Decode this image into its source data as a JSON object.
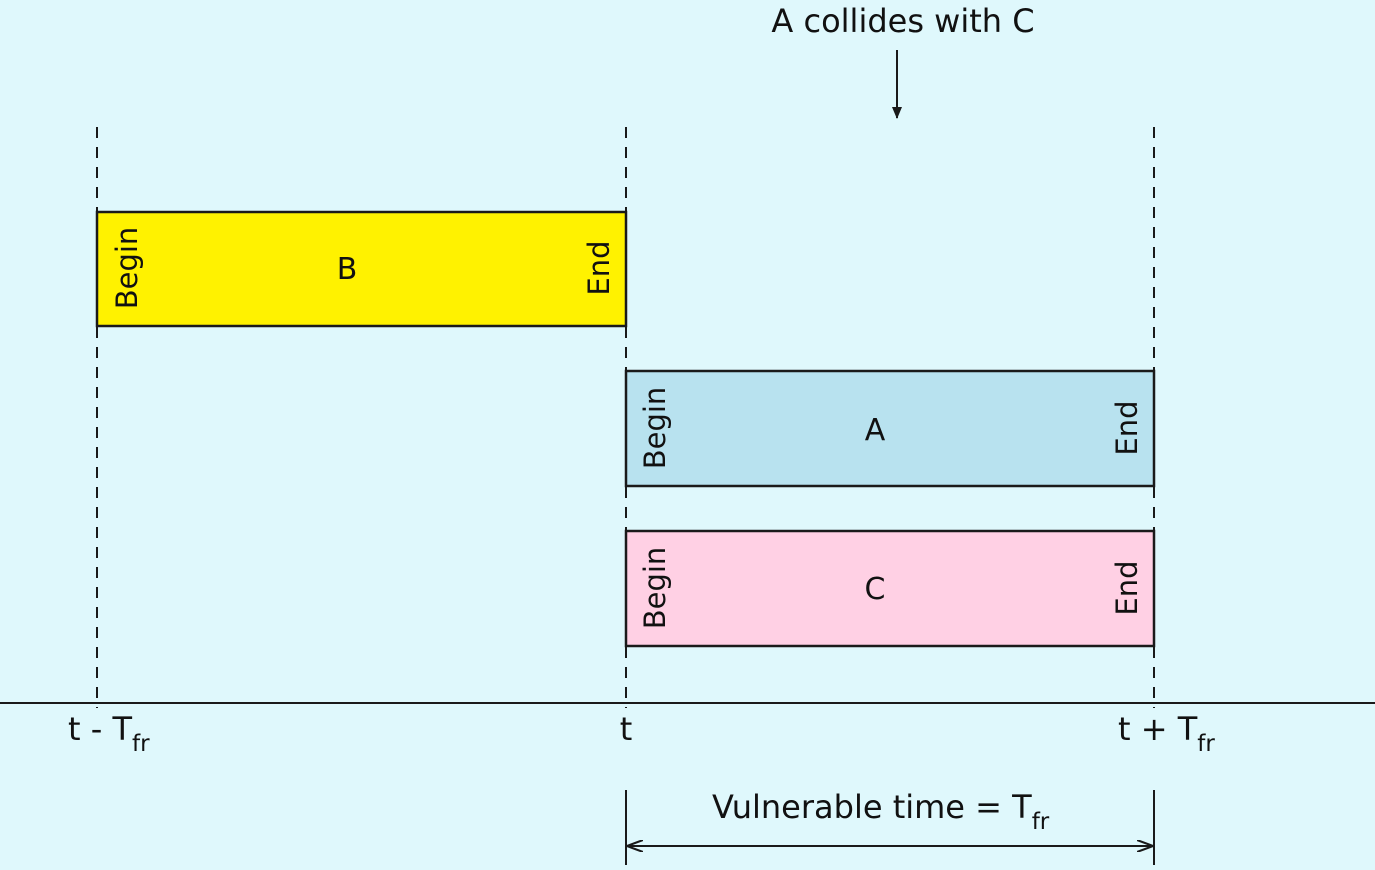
{
  "diagram": {
    "title": "A collides with C",
    "begin_label": "Begin",
    "end_label": "End",
    "frames": [
      {
        "name": "B",
        "color": "#fff200"
      },
      {
        "name": "A",
        "color": "#b8e2ef"
      },
      {
        "name": "C",
        "color": "#ffd0e4"
      }
    ],
    "time_marks": {
      "left": {
        "main": "t - T",
        "sub": "fr"
      },
      "center": {
        "main": "t"
      },
      "right": {
        "main": "t + T",
        "sub": "fr"
      }
    },
    "vulnerable": {
      "main": "Vulnerable time = T",
      "sub": "fr"
    },
    "colors": {
      "background": "#dff8fc",
      "stroke": "#1a1a1a"
    }
  }
}
